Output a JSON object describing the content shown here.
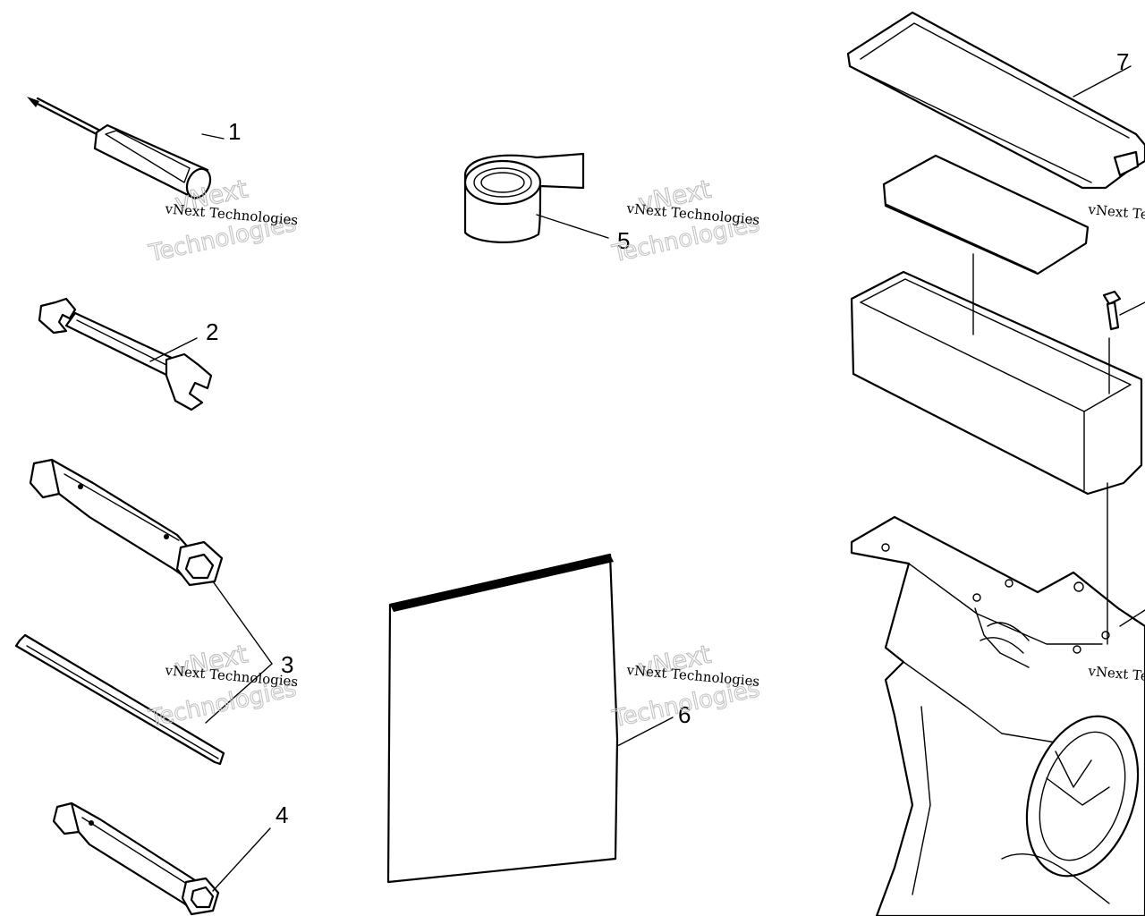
{
  "callouts": {
    "c1": "1",
    "c2": "2",
    "c3": "3",
    "c4": "4",
    "c5": "5",
    "c6": "6",
    "c7": "7"
  },
  "watermark": {
    "line1": "vNext Technologies",
    "line2": "vNext",
    "line3": "Technologies",
    "line1_cut": "vNext Te"
  },
  "colors": {
    "line": "#000000",
    "background": "#ffffff",
    "watermark_outline": "#bdbdbd"
  }
}
